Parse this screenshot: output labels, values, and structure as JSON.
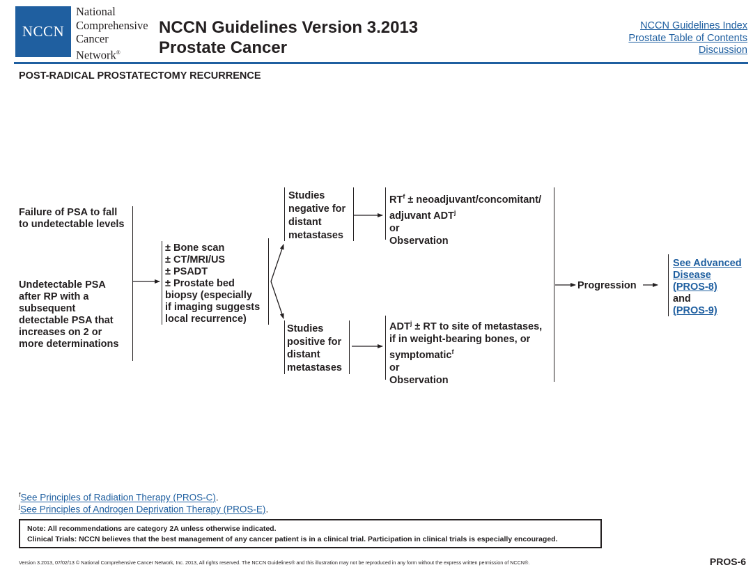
{
  "header": {
    "logo_text": "NCCN",
    "org_lines": [
      "National",
      "Comprehensive",
      "Cancer",
      "Network"
    ],
    "org_mark": "®",
    "title_line1": "NCCN Guidelines Version 3.2013",
    "title_line2": "Prostate Cancer",
    "links": [
      "NCCN Guidelines Index",
      "Prostate Table of Contents",
      "Discussion"
    ],
    "brand_color": "#1f5fa0"
  },
  "section_title": "POST-RADICAL PROSTATECTOMY RECURRENCE",
  "flow": {
    "condition1": [
      "Failure of PSA to fall",
      "to undetectable levels"
    ],
    "condition2": [
      "Undetectable PSA",
      "after RP with a",
      "subsequent",
      "detectable PSA that",
      "increases on 2 or",
      "more determinations"
    ],
    "workup": [
      "± Bone scan",
      "± CT/MRI/US",
      "± PSADT",
      "± Prostate bed",
      "biopsy (especially",
      "if imaging suggests",
      "local recurrence)"
    ],
    "neg_studies": [
      "Studies",
      "negative for",
      "distant",
      "metastases"
    ],
    "neg_treatment": {
      "l1_pre": "RT",
      "l1_sup": "f",
      "l1_post": " ± neoadjuvant/concomitant/",
      "l2_pre": "adjuvant ADT",
      "l2_sup": "j",
      "l3": "or",
      "l4": "Observation"
    },
    "pos_studies": [
      "Studies",
      "positive for",
      "distant",
      "metastases"
    ],
    "pos_treatment": {
      "l1_pre": "ADT",
      "l1_sup": "j",
      "l1_post": " ± RT to site of metastases,",
      "l2": "if in weight-bearing bones, or",
      "l3_pre": "symptomatic",
      "l3_sup": "f",
      "l4": "or",
      "l5": "Observation"
    },
    "progression": "Progression",
    "outcome": {
      "link1": "See Advanced",
      "link2": "Disease",
      "link3": "(PROS-8)",
      "and": "and",
      "link4": "(PROS-9)"
    }
  },
  "footnotes": [
    {
      "mark": "f",
      "text": "See Principles of Radiation Therapy (PROS-C)",
      "suffix": "."
    },
    {
      "mark": "j",
      "text": "See Principles of Androgen Deprivation Therapy (PROS-E)",
      "suffix": "."
    }
  ],
  "note": {
    "line1": "Note:  All recommendations are category 2A unless otherwise indicated.",
    "line2": "Clinical Trials: NCCN believes that the best management of any cancer patient is in a clinical trial.  Participation in clinical trials is especially encouraged."
  },
  "copyright": "Version 3.2013, 07/02/13 © National Comprehensive Cancer Network, Inc. 2013, All rights reserved. The NCCN Guidelines® and this illustration may not be reproduced in any form without the express written permission of NCCN®.",
  "page_code": "PROS-6"
}
